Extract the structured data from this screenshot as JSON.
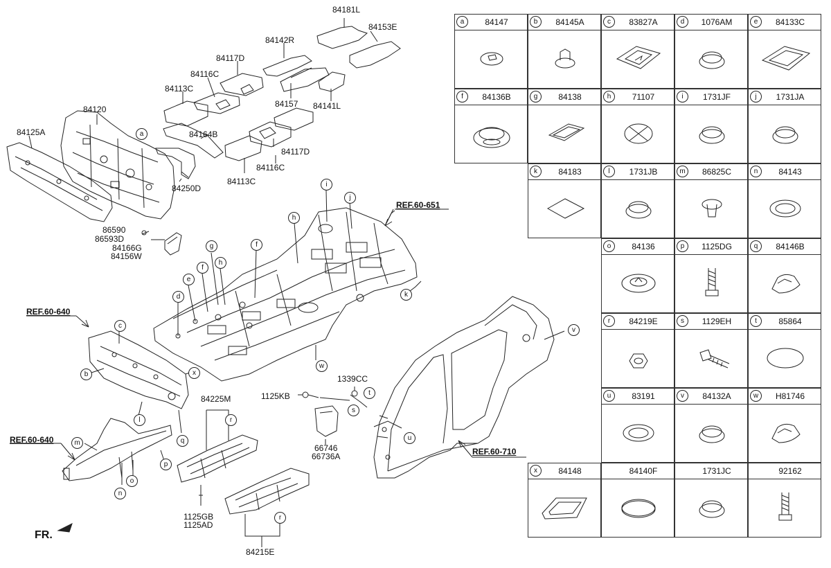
{
  "labels": {
    "l84181L": "84181L",
    "l84153E": "84153E",
    "l84142R": "84142R",
    "l84117D_a": "84117D",
    "l84116C_a": "84116C",
    "l84113C_a": "84113C",
    "l84157": "84157",
    "l84141L": "84141L",
    "l84120": "84120",
    "l84125A": "84125A",
    "l84164B": "84164B",
    "l84117D_b": "84117D",
    "l84116C_b": "84116C",
    "l84113C_b": "84113C",
    "l84250D": "84250D",
    "l86590": "86590",
    "l86593D": "86593D",
    "l84166G": "84166G",
    "l84156W": "84156W",
    "l84225M": "84225M",
    "l1339CC": "1339CC",
    "l1125KB": "1125KB",
    "l66746": "66746",
    "l66736A": "66736A",
    "l1125GB": "1125GB",
    "l1125AD": "1125AD",
    "l84215E": "84215E"
  },
  "refs": {
    "r651": "REF.60-651",
    "r640a": "REF.60-640",
    "r640b": "REF.60-640",
    "r710": "REF.60-710"
  },
  "callouts": {
    "c_a": "a",
    "c_b": "b",
    "c_c": "c",
    "c_d": "d",
    "c_e": "e",
    "c_f1": "f",
    "c_f2": "f",
    "c_g": "g",
    "c_h1": "h",
    "c_h2": "h",
    "c_i": "i",
    "c_j": "j",
    "c_k": "k",
    "c_l": "l",
    "c_m": "m",
    "c_n": "n",
    "c_o": "o",
    "c_p": "p",
    "c_q": "q",
    "c_r1": "r",
    "c_r2": "r",
    "c_s": "s",
    "c_t": "t",
    "c_u": "u",
    "c_v": "v",
    "c_w": "w",
    "c_x": "x"
  },
  "front_label": "FR.",
  "parts_table": [
    {
      "letter": "a",
      "part": "84147",
      "shape": "flat-washer"
    },
    {
      "letter": "b",
      "part": "84145A",
      "shape": "nut-cap"
    },
    {
      "letter": "c",
      "part": "83827A",
      "shape": "rect-plate"
    },
    {
      "letter": "d",
      "part": "1076AM",
      "shape": "round-plug"
    },
    {
      "letter": "e",
      "part": "84133C",
      "shape": "rect-frame"
    },
    {
      "letter": "f",
      "part": "84136B",
      "shape": "grommet-ring"
    },
    {
      "letter": "g",
      "part": "84138",
      "shape": "rect-tray"
    },
    {
      "letter": "h",
      "part": "71107",
      "shape": "cross-plug"
    },
    {
      "letter": "i",
      "part": "1731JF",
      "shape": "round-plug"
    },
    {
      "letter": "j",
      "part": "1731JA",
      "shape": "round-plug"
    },
    {
      "letter": "k",
      "part": "84183",
      "shape": "flat-pad"
    },
    {
      "letter": "l",
      "part": "1731JB",
      "shape": "round-plug"
    },
    {
      "letter": "m",
      "part": "86825C",
      "shape": "push-clip"
    },
    {
      "letter": "n",
      "part": "84143",
      "shape": "ring-plug"
    },
    {
      "letter": "o",
      "part": "84136",
      "shape": "disc-grommet"
    },
    {
      "letter": "p",
      "part": "1125DG",
      "shape": "bolt"
    },
    {
      "letter": "q",
      "part": "84146B",
      "shape": "oval-plug"
    },
    {
      "letter": "r",
      "part": "84219E",
      "shape": "hex-nut"
    },
    {
      "letter": "s",
      "part": "1129EH",
      "shape": "screw"
    },
    {
      "letter": "t",
      "part": "85864",
      "shape": "oval-pad"
    },
    {
      "letter": "u",
      "part": "83191",
      "shape": "ring-plug"
    },
    {
      "letter": "v",
      "part": "84132A",
      "shape": "round-plug"
    },
    {
      "letter": "w",
      "part": "H81746",
      "shape": "oval-plug"
    },
    {
      "letter": "x",
      "part": "84148",
      "shape": "oval-ring"
    },
    {
      "letter": "",
      "part": "84140F",
      "shape": "flat-disc"
    },
    {
      "letter": "",
      "part": "1731JC",
      "shape": "round-plug"
    },
    {
      "letter": "",
      "part": "92162",
      "shape": "bolt"
    }
  ]
}
